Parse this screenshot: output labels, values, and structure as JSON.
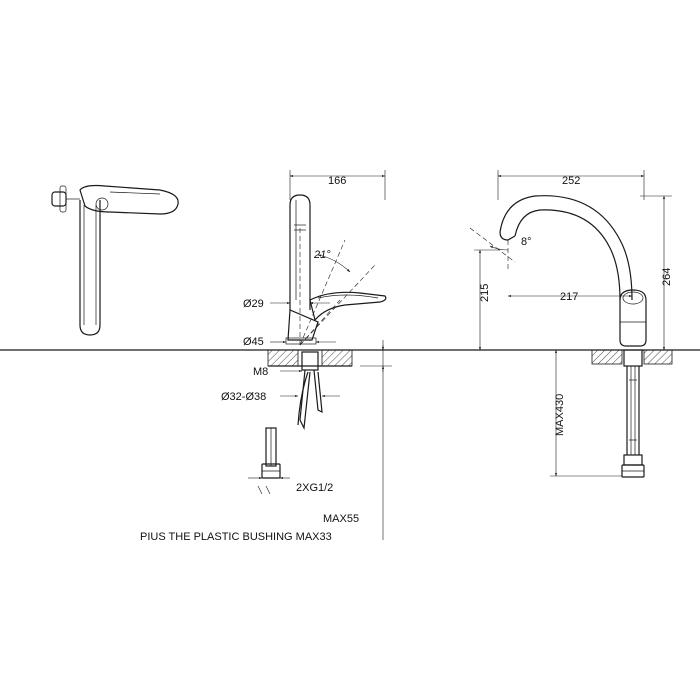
{
  "labels": {
    "width_side": "166",
    "angle_lever": "21°",
    "dia_spout": "Ø29",
    "dia_base": "Ø45",
    "thread_m8": "M8",
    "hole_range": "Ø32-Ø38",
    "hose_thread": "2XG1/2",
    "reach_total": "252",
    "angle_spout": "8°",
    "height_outlet": "215",
    "reach_outlet": "217",
    "height_total": "264",
    "hose_max": "MAX430",
    "deck_max": "MAX55",
    "bushing_note": "PIUS THE PLASTIC BUSHING MAX33"
  },
  "colors": {
    "line": "#1a1a1a",
    "background": "#ffffff"
  }
}
